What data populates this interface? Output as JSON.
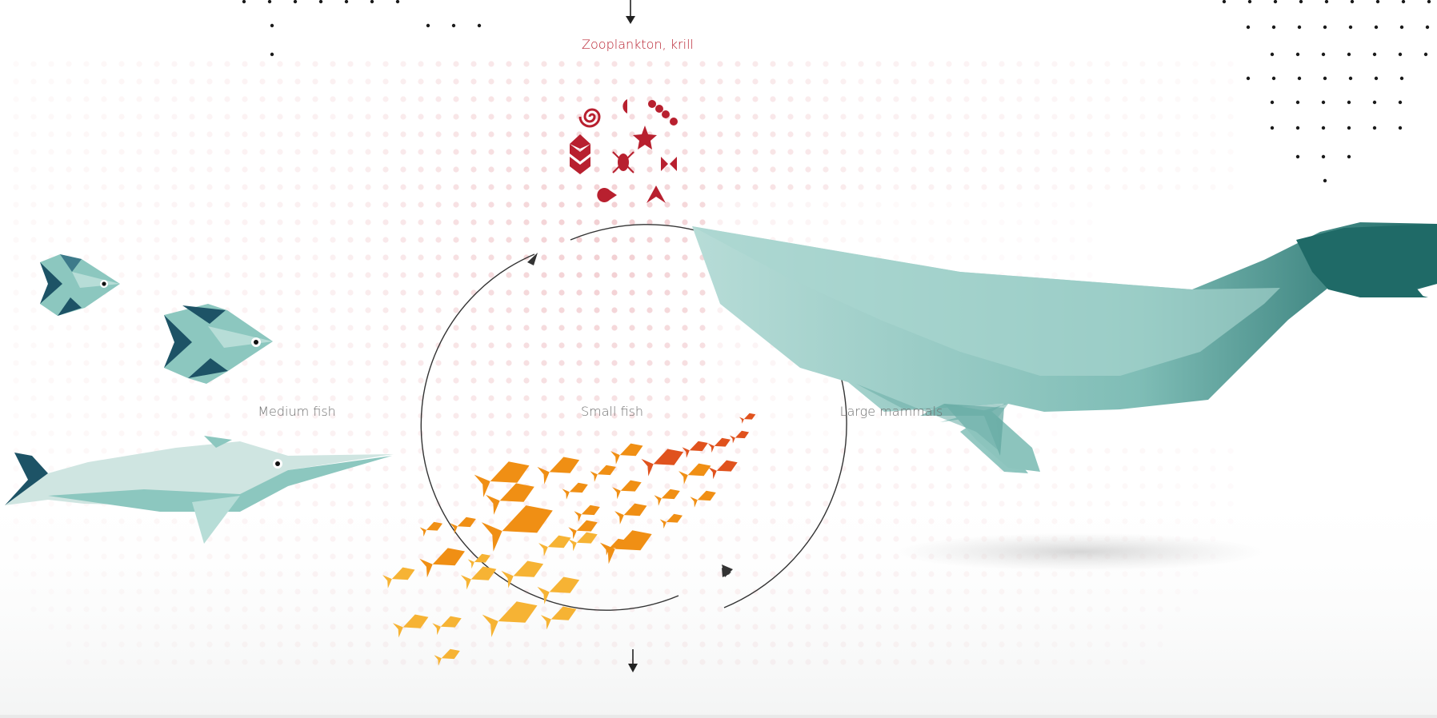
{
  "labels": {
    "zooplankton": "Zooplankton, krill",
    "small_fish": "Small fish",
    "medium_fish": "Medium fish",
    "large_mammals": "Large mammals"
  },
  "colors": {
    "zooplankton": "#b8202f",
    "dots": "#f3c9cc",
    "cycle": "#333333",
    "fish_teal": "#8cc7bf",
    "fish_dark": "#1d5366",
    "whale_light": "#a9d3cd",
    "whale_dark": "#1f6a67",
    "small_fish_orange": "#f08f14",
    "small_fish_red": "#e0521d",
    "small_fish_yellow": "#f6b334"
  },
  "icons": [
    "spiral-icon",
    "half-moon-icon",
    "dots-chain-icon",
    "star-icon",
    "chevron-stack-icon",
    "insect-icon",
    "bowtie-icon",
    "pacman-icon",
    "arrow-up-icon",
    "top-arrow-icon",
    "bottom-arrow-icon"
  ]
}
